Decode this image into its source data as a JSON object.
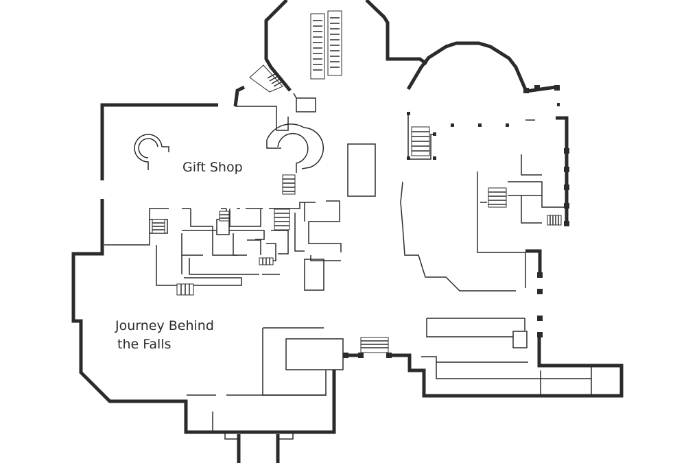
{
  "map": {
    "labels": {
      "gift_shop": "Gift Shop",
      "journey_line1": "Journey Behind",
      "journey_line2": "the Falls"
    },
    "colors": {
      "wall": "#2b2b2b",
      "background": "#ffffff"
    },
    "icons": [
      "stair-icon",
      "escalator-icon",
      "spiral-stair-icon",
      "pillar-icon"
    ]
  }
}
